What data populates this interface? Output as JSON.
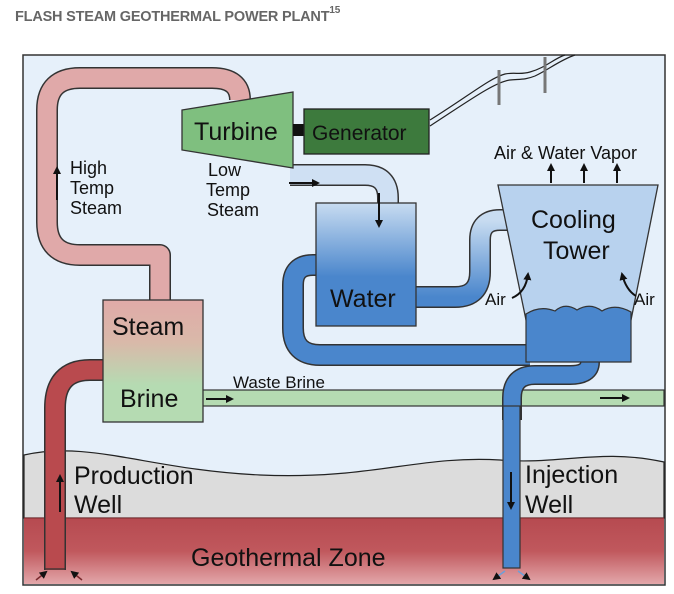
{
  "title": "FLASH STEAM GEOTHERMAL POWER PLANT",
  "title_superscript": "15",
  "labels": {
    "turbine": "Turbine",
    "generator": "Generator",
    "high_temp_steam": [
      "High",
      "Temp",
      "Steam"
    ],
    "low_temp_steam": [
      "Low",
      "Temp",
      "Steam"
    ],
    "air_water_vapor": "Air & Water Vapor",
    "cooling_tower": [
      "Cooling",
      "Tower"
    ],
    "water": "Water",
    "air_left": "Air",
    "air_right": "Air",
    "steam": "Steam",
    "brine": "Brine",
    "waste_brine": "Waste Brine",
    "production_well": [
      "Production",
      "Well"
    ],
    "injection_well": [
      "Injection",
      "Well"
    ],
    "geothermal_zone": "Geothermal Zone"
  },
  "colors": {
    "sky": "#e6f0fa",
    "steam_pipe": "#e0a9a9",
    "hot_pipe": "#b94a4e",
    "turbine": "#7fbf7f",
    "generator": "#3d7a3d",
    "water": "#4a86cc",
    "water_light": "#b8d2ee",
    "brine": "#b5dbb2",
    "ground": "#dcdcdc",
    "geothermal": "#b84c52",
    "title": "#666666"
  }
}
